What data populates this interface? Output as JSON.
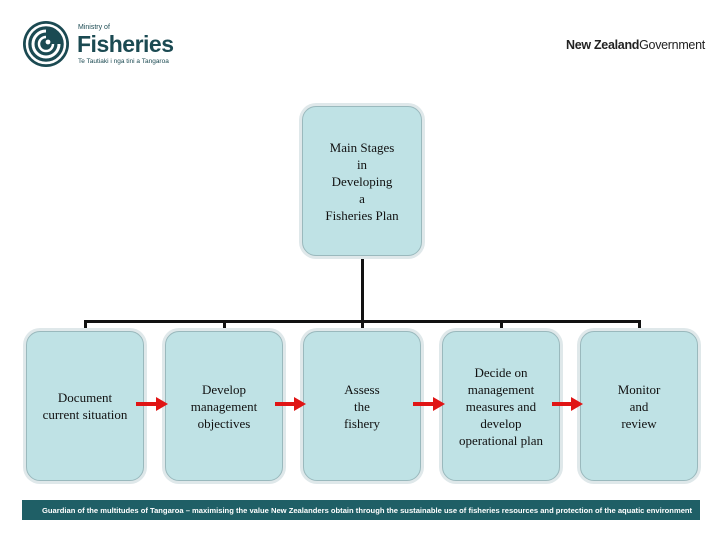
{
  "header": {
    "logo": {
      "ministry_of": "Ministry of",
      "name": "Fisheries",
      "subtitle": "Te Tautiaki i nga tini a Tangaroa"
    },
    "government_left": "New Zealand",
    "government_right": "Government"
  },
  "diagram": {
    "title": "Main Stages\nin\nDeveloping\na\nFisheries Plan",
    "stages": [
      "Document\ncurrent situation",
      "Develop\nmanagement\nobjectives",
      "Assess\nthe\nfishery",
      "Decide on\nmanagement\nmeasures and\ndevelop\noperational plan",
      "Monitor\nand\nreview"
    ]
  },
  "footer": {
    "text": "Guardian of the multitudes of Tangaroa – maximising the value New Zealanders obtain through the sustainable use of fisheries resources and protection of the aquatic environment"
  },
  "colors": {
    "box_fill": "#bfe2e5",
    "arrow": "#e01515",
    "footer_bg": "#1f5f66",
    "brand": "#1b4a52"
  }
}
